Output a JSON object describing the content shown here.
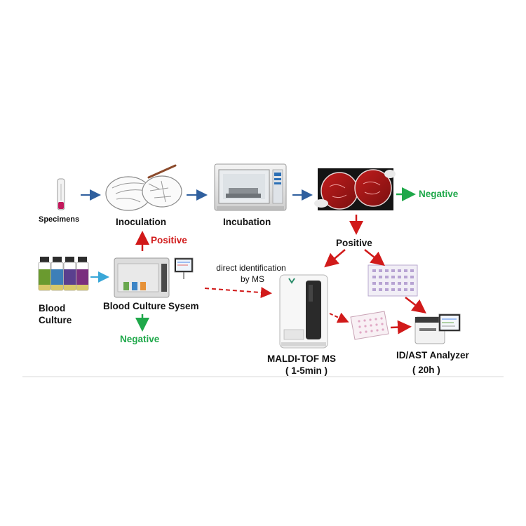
{
  "labels": {
    "specimens": "Specimens",
    "inoculation": "Inoculation",
    "incubation": "Incubation",
    "negative_top": "Negative",
    "positive_top": "Positive",
    "positive_mid": "Positive",
    "blood_culture_1": "Blood",
    "blood_culture_2": "Culture",
    "blood_culture_system": "Blood Culture Sysem",
    "negative_bottom": "Negative",
    "direct_id_1": "direct identification",
    "direct_id_2": "by MS",
    "maldi_title": "MALDI-TOF MS",
    "maldi_time": "( 1-5min )",
    "id_ast_title": "ID/AST Analyzer",
    "id_ast_time": "( 20h )"
  },
  "colors": {
    "blue_arrow": "#2f5f9e",
    "cyan_arrow": "#3aa7d8",
    "red": "#d11a1a",
    "green": "#1fa84a",
    "divider": "#d8d8d8"
  },
  "icons": {
    "specimen_tube": "specimen-tube-icon",
    "petri_dishes": "petri-dish-icon",
    "incubator": "incubator-icon",
    "agar_plates": "agar-plate-photo-icon",
    "blood_bottles": "blood-culture-bottle-icon",
    "bc_instrument": "blood-culture-instrument-icon",
    "maldi_instrument": "maldi-tof-instrument-icon",
    "microplate": "microplate-icon",
    "ast_card": "ast-card-icon",
    "analyzer": "id-ast-analyzer-icon"
  }
}
